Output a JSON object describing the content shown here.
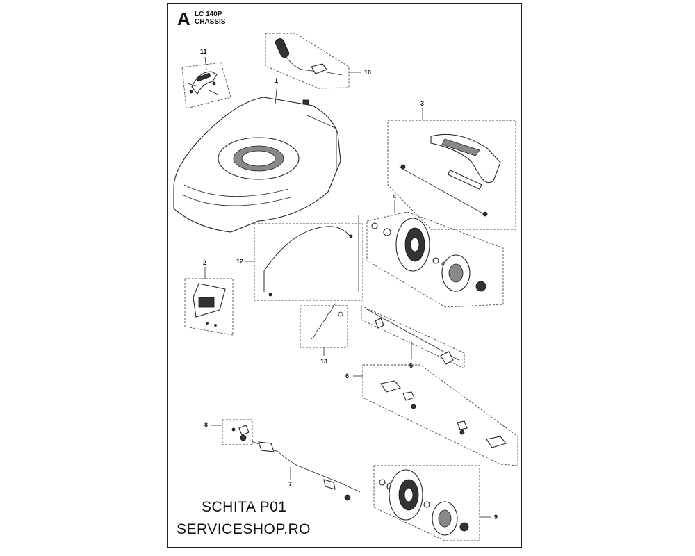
{
  "header": {
    "section_letter": "A",
    "model": "LC 140P",
    "section_name": "CHASSIS"
  },
  "callouts": [
    {
      "id": "c1",
      "label": "1"
    },
    {
      "id": "c2",
      "label": "2"
    },
    {
      "id": "c3",
      "label": "3"
    },
    {
      "id": "c4",
      "label": "4"
    },
    {
      "id": "c5",
      "label": "5"
    },
    {
      "id": "c6",
      "label": "6"
    },
    {
      "id": "c7",
      "label": "7"
    },
    {
      "id": "c8",
      "label": "8"
    },
    {
      "id": "c9",
      "label": "9"
    },
    {
      "id": "c10",
      "label": "10"
    },
    {
      "id": "c11",
      "label": "11"
    },
    {
      "id": "c12",
      "label": "12"
    },
    {
      "id": "c13",
      "label": "13"
    }
  ],
  "footer": {
    "schematic": "SCHITA P01",
    "shop": "SERVICESHOP.RO"
  }
}
